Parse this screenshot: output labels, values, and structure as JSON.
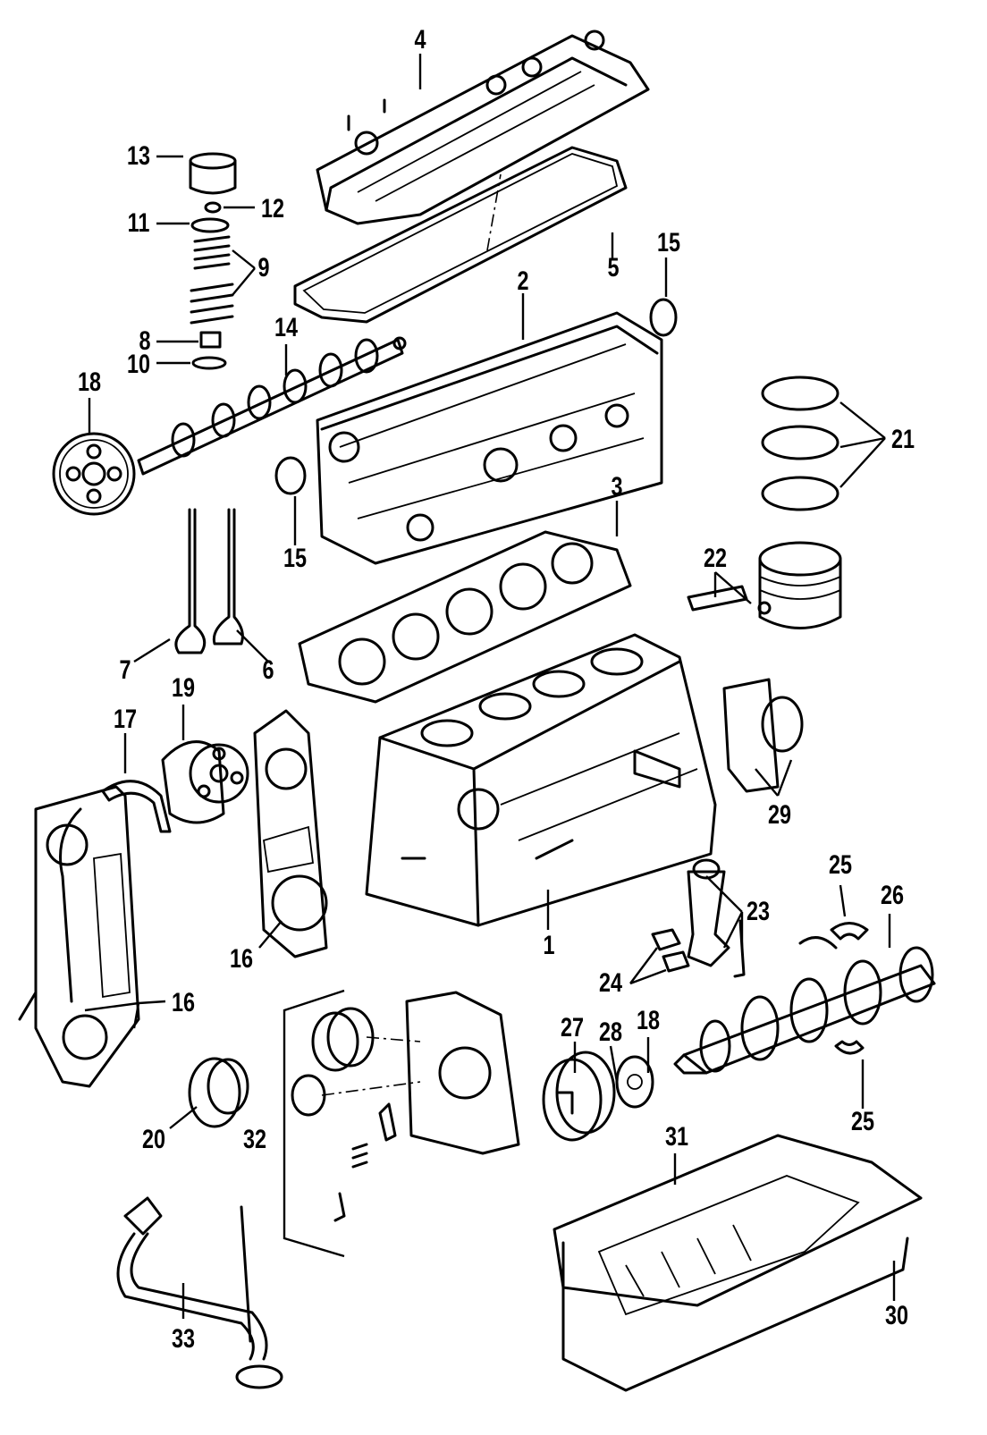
{
  "callouts": [
    {
      "id": "c1",
      "label": "1"
    },
    {
      "id": "c2",
      "label": "2"
    },
    {
      "id": "c3",
      "label": "3"
    },
    {
      "id": "c4",
      "label": "4"
    },
    {
      "id": "c5",
      "label": "5"
    },
    {
      "id": "c6",
      "label": "6"
    },
    {
      "id": "c7",
      "label": "7"
    },
    {
      "id": "c8",
      "label": "8"
    },
    {
      "id": "c9",
      "label": "9"
    },
    {
      "id": "c10",
      "label": "10"
    },
    {
      "id": "c11",
      "label": "11"
    },
    {
      "id": "c12",
      "label": "12"
    },
    {
      "id": "c13",
      "label": "13"
    },
    {
      "id": "c14",
      "label": "14"
    },
    {
      "id": "c15a",
      "label": "15"
    },
    {
      "id": "c15b",
      "label": "15"
    },
    {
      "id": "c16a",
      "label": "16"
    },
    {
      "id": "c16b",
      "label": "16"
    },
    {
      "id": "c17",
      "label": "17"
    },
    {
      "id": "c18a",
      "label": "18"
    },
    {
      "id": "c18b",
      "label": "18"
    },
    {
      "id": "c19",
      "label": "19"
    },
    {
      "id": "c20",
      "label": "20"
    },
    {
      "id": "c21",
      "label": "21"
    },
    {
      "id": "c22",
      "label": "22"
    },
    {
      "id": "c23",
      "label": "23"
    },
    {
      "id": "c24",
      "label": "24"
    },
    {
      "id": "c25a",
      "label": "25"
    },
    {
      "id": "c25b",
      "label": "25"
    },
    {
      "id": "c26",
      "label": "26"
    },
    {
      "id": "c27",
      "label": "27"
    },
    {
      "id": "c28",
      "label": "28"
    },
    {
      "id": "c29",
      "label": "29"
    },
    {
      "id": "c30",
      "label": "30"
    },
    {
      "id": "c31",
      "label": "31"
    },
    {
      "id": "c32",
      "label": "32"
    },
    {
      "id": "c33",
      "label": "33"
    }
  ],
  "colors": {
    "ink": "#000000",
    "paper": "#ffffff"
  }
}
